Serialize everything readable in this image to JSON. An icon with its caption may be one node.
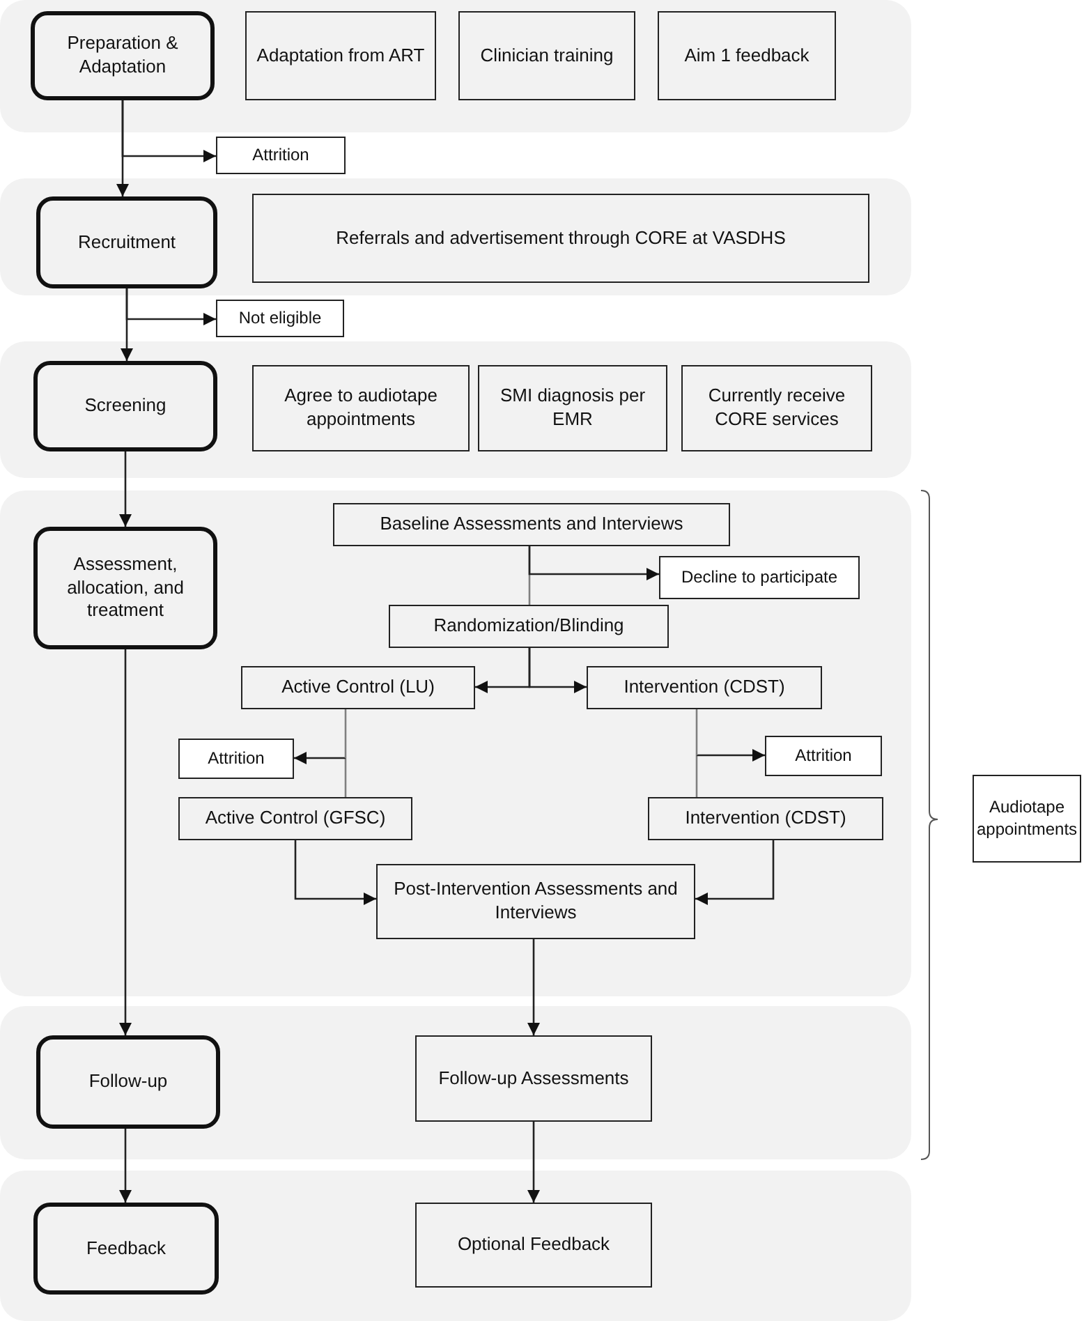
{
  "diagram": {
    "nodes": [
      {
        "text": [],
        "shape": "band"
      },
      {
        "text": [
          "Preparation & Adaptation"
        ],
        "in": 0
      },
      {
        "text": [
          "Adaptation from ART"
        ],
        "in": 0
      },
      {
        "text": [
          "Clinician training"
        ],
        "in": 0
      },
      {
        "text": [
          "Aim 1 feedback"
        ],
        "in": 0
      },
      {
        "text": [
          "Attrition"
        ]
      },
      {
        "text": [],
        "shape": "band"
      },
      {
        "text": [
          "Recruitment"
        ],
        "in": 6
      },
      {
        "text": [
          "Referrals and advertisement through CORE at VASDHS"
        ],
        "in": 6
      },
      {
        "text": [
          "Not eligible"
        ]
      },
      {
        "text": [],
        "shape": "band"
      },
      {
        "text": [
          "Screening"
        ],
        "in": 10
      },
      {
        "text": [
          "Agree to audiotape appointments"
        ],
        "in": 10
      },
      {
        "text": [
          "SMI diagnosis per EMR"
        ],
        "in": 10
      },
      {
        "text": [
          "Currently receive CORE services"
        ],
        "in": 10
      },
      {
        "text": [],
        "shape": "band"
      },
      {
        "text": [
          "Assessment, allocation, and treatment"
        ],
        "in": 15
      },
      {
        "text": [
          "Baseline Assessments and Interviews"
        ],
        "in": 15
      },
      {
        "text": [
          "Decline to participate"
        ],
        "in": 15
      },
      {
        "text": [
          "Randomization/Blinding"
        ],
        "in": 15
      },
      {
        "text": [
          "Active Control (LU)"
        ],
        "in": 15
      },
      {
        "text": [
          "Intervention (CDST)"
        ],
        "in": 15
      },
      {
        "text": [
          "Attrition"
        ],
        "in": 15
      },
      {
        "text": [
          "Attrition"
        ],
        "in": 15
      },
      {
        "text": [
          "Active Control (GFSC)"
        ],
        "in": 15
      },
      {
        "text": [
          "Intervention (CDST)"
        ],
        "in": 15
      },
      {
        "text": [
          "Post-Intervention Assessments and Interviews"
        ],
        "in": 15
      },
      {
        "text": [],
        "shape": "band"
      },
      {
        "text": [
          "Follow-up"
        ],
        "in": 27
      },
      {
        "text": [
          "Follow-up Assessments"
        ],
        "in": 27
      },
      {
        "text": [],
        "shape": "band"
      },
      {
        "text": [
          "Feedback"
        ],
        "in": 30
      },
      {
        "text": [
          "Optional Feedback"
        ],
        "in": 30
      },
      {
        "text": [
          "Audiotape appointments"
        ]
      }
    ],
    "edges": [
      {
        "from": 1,
        "to": 7,
        "arrow": "to"
      },
      {
        "from": 1,
        "to": 5,
        "arrow": "to"
      },
      {
        "from": 7,
        "to": 11,
        "arrow": "to"
      },
      {
        "from": 7,
        "to": 9,
        "arrow": "to"
      },
      {
        "from": 11,
        "to": 16,
        "arrow": "to"
      },
      {
        "from": 16,
        "to": 28,
        "arrow": "to"
      },
      {
        "from": 28,
        "to": 31,
        "arrow": "to"
      },
      {
        "from": 17,
        "to": 19,
        "arrow": "none",
        "color": "#808080"
      },
      {
        "from": 17,
        "to": 18,
        "arrow": "to"
      },
      {
        "from": 19,
        "to": 20,
        "arrow": "to"
      },
      {
        "from": 19,
        "to": 21,
        "arrow": "to"
      },
      {
        "from": 20,
        "to": 24,
        "arrow": "none",
        "color": "#808080"
      },
      {
        "from": 20,
        "to": 22,
        "arrow": "to"
      },
      {
        "from": 21,
        "to": 25,
        "arrow": "none",
        "color": "#808080"
      },
      {
        "from": 21,
        "to": 23,
        "arrow": "to"
      },
      {
        "from": 24,
        "to": 26,
        "arrow": "to"
      },
      {
        "from": 25,
        "to": 26,
        "arrow": "to"
      },
      {
        "from": 26,
        "to": 29,
        "arrow": "to"
      },
      {
        "from": 29,
        "to": 32,
        "arrow": "to"
      }
    ]
  }
}
